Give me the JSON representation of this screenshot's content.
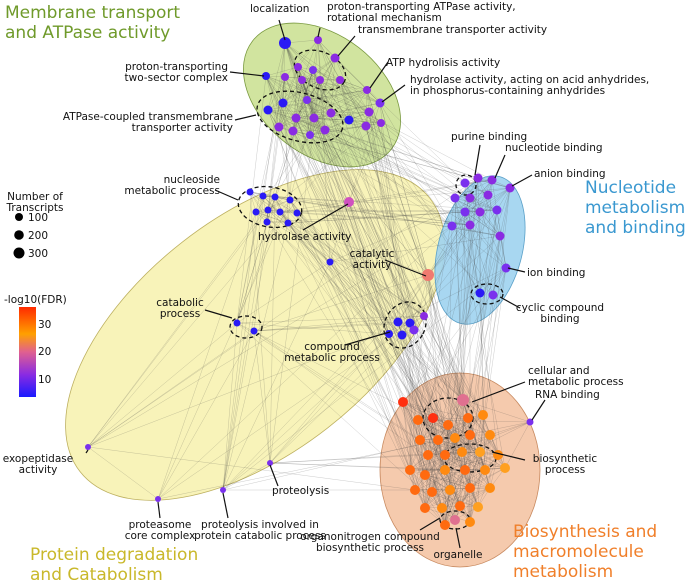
{
  "clusters": {
    "membrane": {
      "line1": "Membrane transport",
      "line2": "and ATPase activity",
      "color": "#6f9a2a",
      "fill": "#c9df8e"
    },
    "nucleotide": {
      "line1": "Nucleotide",
      "line2": "metabolism",
      "line3": "and binding",
      "color": "#3a98d0",
      "fill": "#9fd3ef"
    },
    "protein": {
      "line1": "Protein degradation",
      "line2": "and Catabolism",
      "color": "#c9b82a",
      "fill": "#f6f0a8"
    },
    "biosynthesis": {
      "line1": "Biosynthesis and",
      "line2": "macromolecule",
      "line3": "metabolism",
      "color": "#f07f2a",
      "fill": "#f4c4a4"
    }
  },
  "labels": {
    "localization": "localization",
    "proton_rot_1": "proton-transporting ATPase activity,",
    "proton_rot_2": "rotational mechanism",
    "transmembrane": "transmembrane transporter activity",
    "proton_two_1": "proton-transporting",
    "proton_two_2": "two-sector complex",
    "atp_hydro": "ATP hydrolisis activity",
    "hydrolase_acid_1": "hydrolase activity, acting on acid anhydrides,",
    "hydrolase_acid_2": "in phosphorus-containing anhydrides",
    "atpase_coupled_1": "ATPase-coupled transmembrane",
    "atpase_coupled_2": "transporter activity",
    "purine": "purine binding",
    "nucleotide_binding": "nucleotide binding",
    "anion": "anion binding",
    "nucleoside_1": "nucleoside",
    "nucleoside_2": "metabolic process",
    "hydrolase": "hydrolase activity",
    "ion": "ion binding",
    "catalytic_1": "catalytic",
    "catalytic_2": "activity",
    "cyclic_1": "cyclic compound",
    "cyclic_2": "binding",
    "catabolic_1": "catabolic",
    "catabolic_2": "process",
    "compound_1": "compound",
    "compound_2": "metabolic process",
    "cellular_1": "cellular and",
    "cellular_2": "metabolic process",
    "rna": "RNA binding",
    "exopeptidase_1": "exopeptidase",
    "exopeptidase_2": "activity",
    "biosynthetic_1": "biosynthetic",
    "biosynthetic_2": "process",
    "proteolysis": "proteolysis",
    "proteasome_1": "proteasome",
    "proteasome_2": "core complex",
    "proteolysis_cat_1": "proteolysis involved in",
    "proteolysis_cat_2": "protein catabolic process",
    "organonitrogen_1": "organonitrogen compound",
    "organonitrogen_2": "biosynthetic process",
    "organelle": "organelle"
  },
  "legend": {
    "size_title_1": "Number of",
    "size_title_2": "Transcripts",
    "sizes": [
      "100",
      "200",
      "300"
    ],
    "color_title": "-log10(FDR)",
    "color_ticks": [
      "30",
      "20",
      "10"
    ],
    "gradient": [
      "#ff2a00",
      "#ffa000",
      "#e06090",
      "#8a2be2",
      "#1a1aff"
    ]
  }
}
